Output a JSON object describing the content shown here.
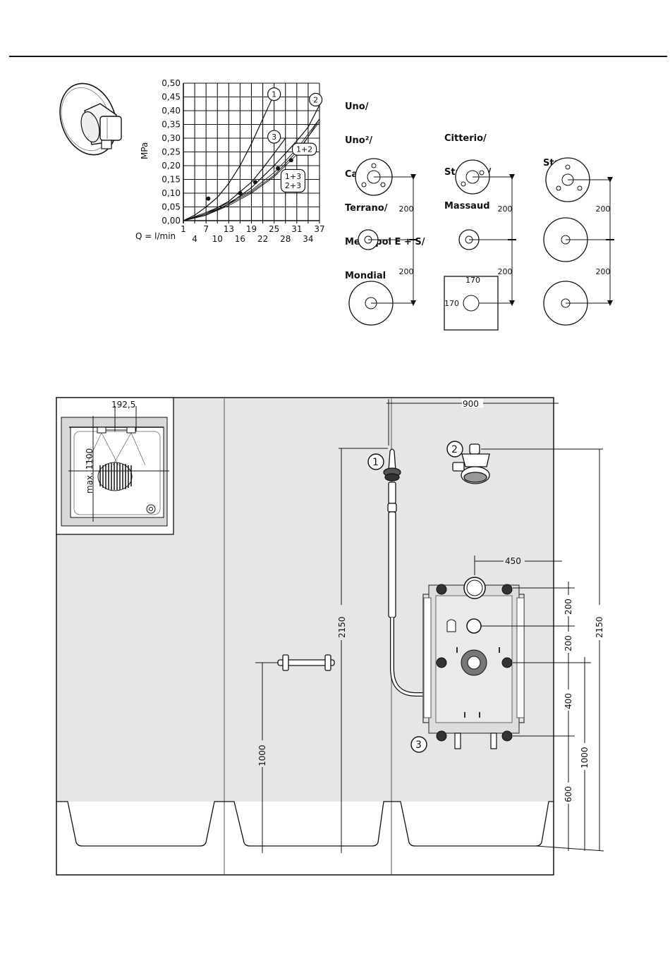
{
  "chart_data": {
    "type": "line",
    "ylabel": "MPa",
    "xlabel": "Q = l/min",
    "ylim": [
      0,
      0.5
    ],
    "xlim": [
      1,
      37
    ],
    "y_ticks": [
      "0,00",
      "0,05",
      "0,10",
      "0,15",
      "0,20",
      "0,25",
      "0,30",
      "0,35",
      "0,40",
      "0,45",
      "0,50"
    ],
    "x_ticks_upper": [
      "1",
      "7",
      "13",
      "19",
      "25",
      "31",
      "37"
    ],
    "x_ticks_lower": [
      "4",
      "10",
      "16",
      "22",
      "28",
      "34"
    ],
    "series": [
      {
        "name": "1",
        "points": [
          [
            1,
            0
          ],
          [
            4,
            0.02
          ],
          [
            7,
            0.05
          ],
          [
            10,
            0.085
          ],
          [
            13,
            0.135
          ],
          [
            16,
            0.2
          ],
          [
            19,
            0.28
          ],
          [
            22,
            0.37
          ],
          [
            25,
            0.46
          ]
        ]
      },
      {
        "name": "2",
        "points": [
          [
            1,
            0
          ],
          [
            7,
            0.02
          ],
          [
            13,
            0.06
          ],
          [
            19,
            0.12
          ],
          [
            25,
            0.2
          ],
          [
            28,
            0.245
          ],
          [
            31,
            0.29
          ],
          [
            34,
            0.34
          ],
          [
            37,
            0.42
          ]
        ]
      },
      {
        "name": "3",
        "points": [
          [
            1,
            0
          ],
          [
            7,
            0.025
          ],
          [
            13,
            0.07
          ],
          [
            19,
            0.14
          ],
          [
            22,
            0.19
          ],
          [
            25,
            0.245
          ],
          [
            28,
            0.3
          ]
        ]
      },
      {
        "name": "1+2",
        "points": [
          [
            1,
            0
          ],
          [
            7,
            0.02
          ],
          [
            13,
            0.055
          ],
          [
            19,
            0.1
          ],
          [
            25,
            0.16
          ],
          [
            31,
            0.24
          ],
          [
            37,
            0.37
          ]
        ]
      },
      {
        "name": "1+3",
        "points": [
          [
            1,
            0
          ],
          [
            7,
            0.03
          ],
          [
            13,
            0.065
          ],
          [
            19,
            0.11
          ],
          [
            25,
            0.175
          ],
          [
            31,
            0.26
          ],
          [
            37,
            0.37
          ]
        ]
      },
      {
        "name": "2+3",
        "points": [
          [
            1,
            0
          ],
          [
            7,
            0.025
          ],
          [
            13,
            0.06
          ],
          [
            19,
            0.105
          ],
          [
            25,
            0.165
          ],
          [
            31,
            0.25
          ],
          [
            37,
            0.36
          ]
        ]
      }
    ],
    "curve_labels": [
      "1",
      "2",
      "3",
      "1+2",
      "1+3\n2+3"
    ]
  },
  "cover_columns": [
    {
      "title_lines": [
        "Uno/",
        "Uno²/",
        "Carlton/",
        "Terrano/",
        "Metropol E + S/",
        "Mondial"
      ]
    },
    {
      "title_lines": [
        "Citterio/",
        "Starck X/",
        "Massaud"
      ]
    },
    {
      "title_lines": [
        "Starck"
      ]
    }
  ],
  "spacing_labels": [
    "200",
    "200"
  ],
  "square_plate_size": "170",
  "layout": {
    "top_width": "900",
    "inset_spacing": "192,5",
    "inset_max": "max. 1100",
    "hand_shower_height": "2150",
    "head_shower_height": "2150",
    "rail_height": "1000",
    "box_width": "450",
    "box_dims": [
      "200",
      "200",
      "400",
      "600"
    ],
    "right_1000": "1000",
    "markers": [
      "1",
      "2",
      "3"
    ]
  }
}
